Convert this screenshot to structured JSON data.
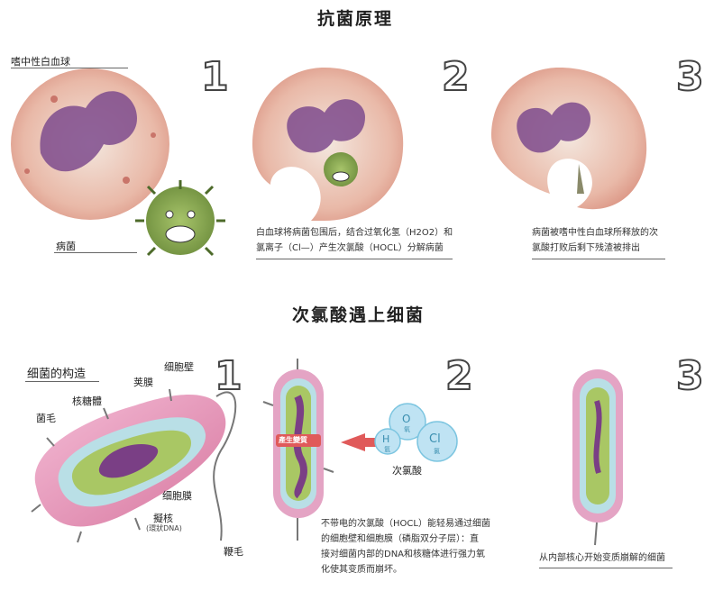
{
  "section1": {
    "title": "抗菌原理",
    "neutrophil_label": "嗜中性白血球",
    "bacteria_label": "病菌",
    "step_numbers": [
      "1",
      "2",
      "3"
    ],
    "step2_caption_line1": "白血球将病菌包围后，结合过氧化氢（H2O2）和",
    "step2_caption_line2": "氯离子（Cl—）产生次氯酸（HOCL）分解病菌",
    "step3_caption_line1": "病菌被嗜中性白血球所释放的次",
    "step3_caption_line2": "氯酸打败后剩下残渣被排出"
  },
  "section2": {
    "title": "次氯酸遇上细菌",
    "structure_label": "细菌的构造",
    "parts": {
      "capsule": "荚膜",
      "cell_wall": "细胞壁",
      "ribosome": "核糖體",
      "pili": "菌毛",
      "cell_membrane": "细胞膜",
      "nucleoid": "擬核",
      "nucleoid_sub": "(環狀DNA)",
      "flagellum": "鞭毛"
    },
    "step_numbers": [
      "1",
      "2",
      "3"
    ],
    "badge": "產生變質",
    "molecule": {
      "h": "H",
      "h_sub": "氫",
      "o": "O",
      "o_sub": "氧",
      "cl": "Cl",
      "cl_sub": "氯",
      "name": "次氯酸"
    },
    "step2_caption": [
      "不带电的次氯酸（HOCL）能轻易通过细菌",
      "的细胞壁和细胞膜（磷脂双分子层）：直",
      "接对细菌内部的DNA和核糖体进行强力氧",
      "化使其变质而崩坏。"
    ],
    "step3_caption": "从内部核心开始变质崩解的细菌"
  },
  "colors": {
    "cell_pink": "#e6a79a",
    "nucleus_purple": "#7e4b8d",
    "bacteria_green": "#7fa050",
    "capsule_pink": "#e7a0c4",
    "molecule_blue": "#bfe3f3",
    "arrow_red": "#e05a5a"
  }
}
